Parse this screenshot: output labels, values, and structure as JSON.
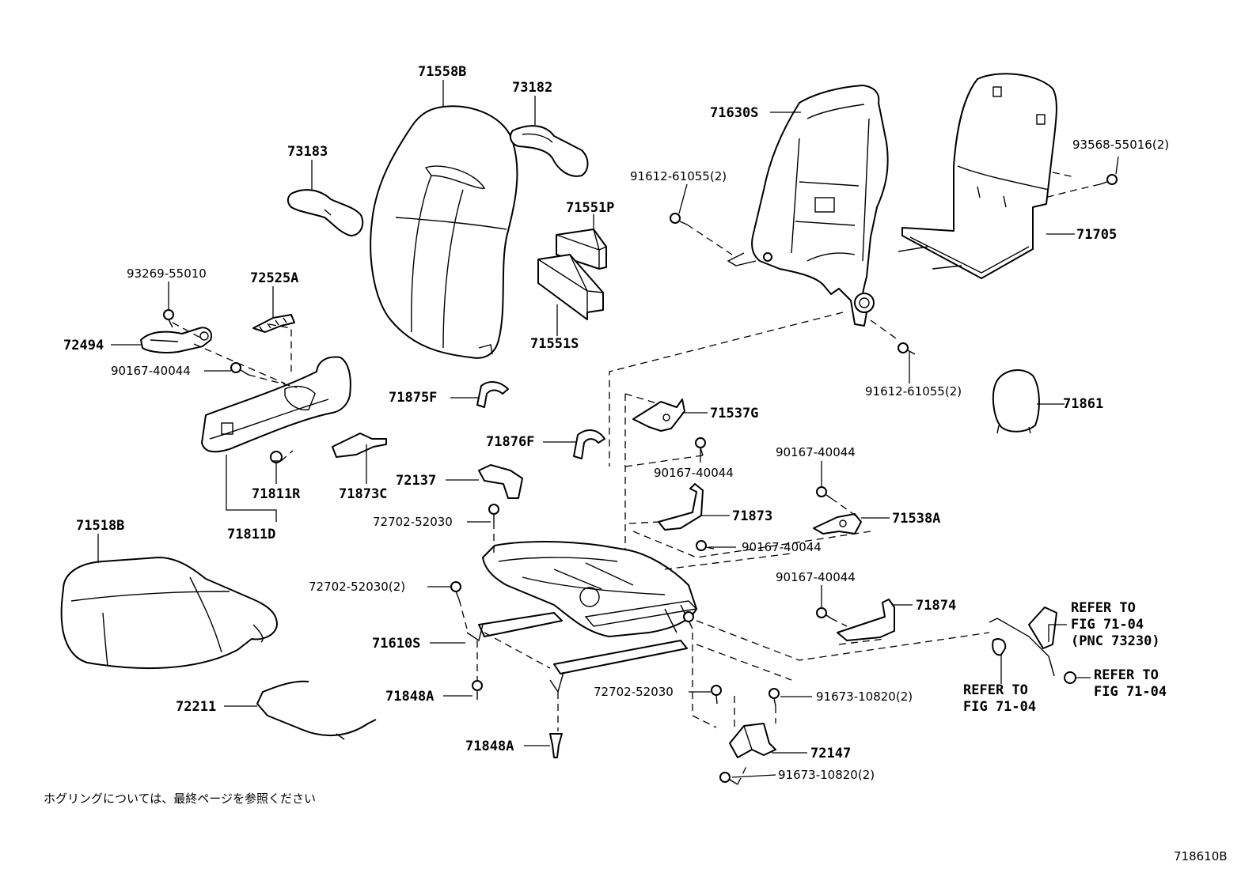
{
  "diagram": {
    "labels": {
      "p71558B": "71558B",
      "p73182": "73182",
      "p73183": "73183",
      "p71551P": "71551P",
      "p71551S": "71551S",
      "p71630S": "71630S",
      "p91612a": "91612-61055(2)",
      "p93568": "93568-55016(2)",
      "p71705": "71705",
      "p91612b": "91612-61055(2)",
      "p71861": "71861",
      "p93269": "93269-55010",
      "p72525A": "72525A",
      "p72494": "72494",
      "p90167a": "90167-40044",
      "p71875F": "71875F",
      "p71876F": "71876F",
      "p71537G": "71537G",
      "p90167b": "90167-40044",
      "p90167c": "90167-40044",
      "p72137": "72137",
      "p71811R": "71811R",
      "p71873C": "71873C",
      "p71811D": "71811D",
      "p72702a": "72702-52030",
      "p71873": "71873",
      "p71538A": "71538A",
      "p90167d": "90167-40044",
      "p71518B": "71518B",
      "p72702b": "72702-52030(2)",
      "p90167e": "90167-40044",
      "p71874": "71874",
      "p71610S": "71610S",
      "p71848Aa": "71848A",
      "p72702c": "72702-52030",
      "p91673a": "91673-10820(2)",
      "p72211": "72211",
      "p71848Ab": "71848A",
      "p72147": "72147",
      "p91673b": "91673-10820(2)",
      "ref1a": "REFER TO",
      "ref1b": "FIG 71-04",
      "ref1c": "(PNC 73230)",
      "ref2a": "REFER TO",
      "ref2b": "FIG 71-04",
      "ref3a": "REFER TO",
      "ref3b": "FIG 71-04"
    },
    "note": "ホグリングについては、最終ページを参照ください",
    "figure_code": "718610B"
  }
}
